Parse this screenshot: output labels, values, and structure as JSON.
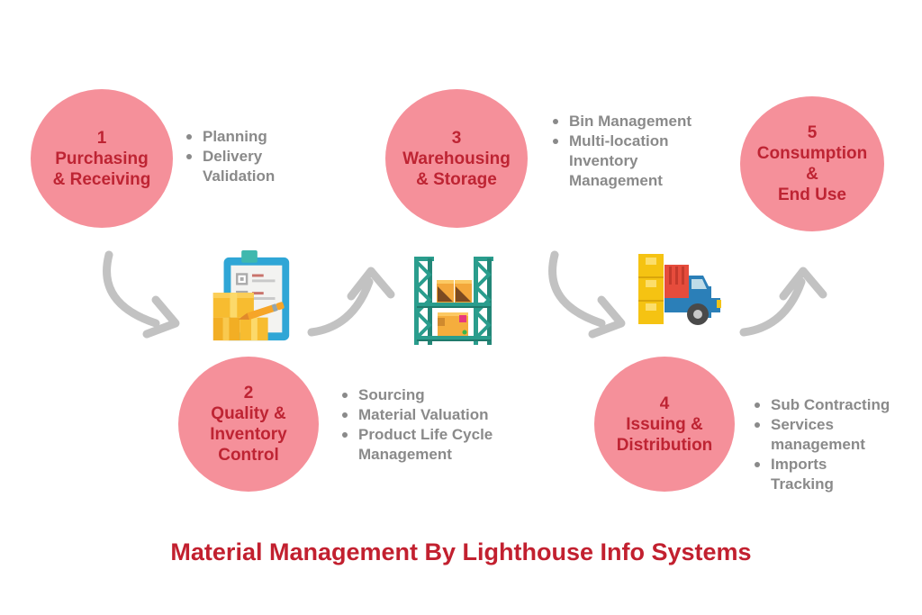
{
  "title": "Material Management By Lighthouse Info Systems",
  "colors": {
    "circle_fill": "#F5909A",
    "circle_text": "#BE2433",
    "bullet_text": "#8A8A8A",
    "arrow": "#C2C2C2",
    "title_text": "#C2202F"
  },
  "stages": [
    {
      "number": "1",
      "label": "Purchasing\n& Receiving",
      "bullets": [
        "Planning",
        "Delivery Validation"
      ]
    },
    {
      "number": "2",
      "label": "Quality &\nInventory\nControl",
      "bullets": [
        "Sourcing",
        "Material Valuation",
        "Product Life Cycle Management"
      ]
    },
    {
      "number": "3",
      "label": "Warehousing\n& Storage",
      "bullets": [
        "Bin Management",
        "Multi-location Inventory Management"
      ]
    },
    {
      "number": "4",
      "label": "Issuing &\nDistribution",
      "bullets": [
        "Sub Contracting",
        "Services management",
        "Imports Tracking"
      ]
    },
    {
      "number": "5",
      "label": "Consumption\n&\nEnd Use",
      "bullets": []
    }
  ],
  "icons": [
    {
      "name": "inventory-checklist-icon"
    },
    {
      "name": "warehouse-rack-icon"
    },
    {
      "name": "delivery-truck-icon"
    },
    {
      "name": "curved-arrow-icon"
    }
  ]
}
